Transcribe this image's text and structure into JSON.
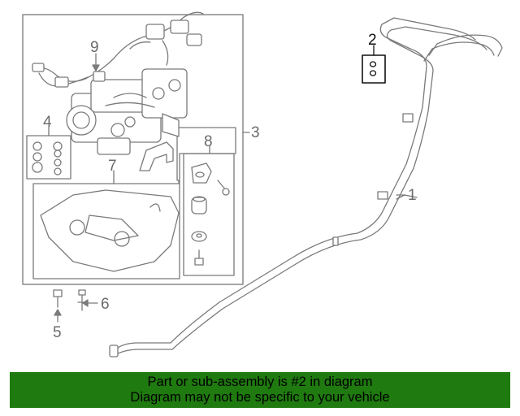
{
  "callouts": {
    "c1": "1",
    "c2": "2",
    "c3": "3",
    "c4": "4",
    "c5": "5",
    "c6": "6",
    "c7": "7",
    "c8": "8",
    "c9": "9"
  },
  "banner": {
    "line1": "Part or sub-assembly is #2 in diagram",
    "line2": "Diagram may not be specific to your vehicle",
    "color": "#1f7a0f"
  }
}
